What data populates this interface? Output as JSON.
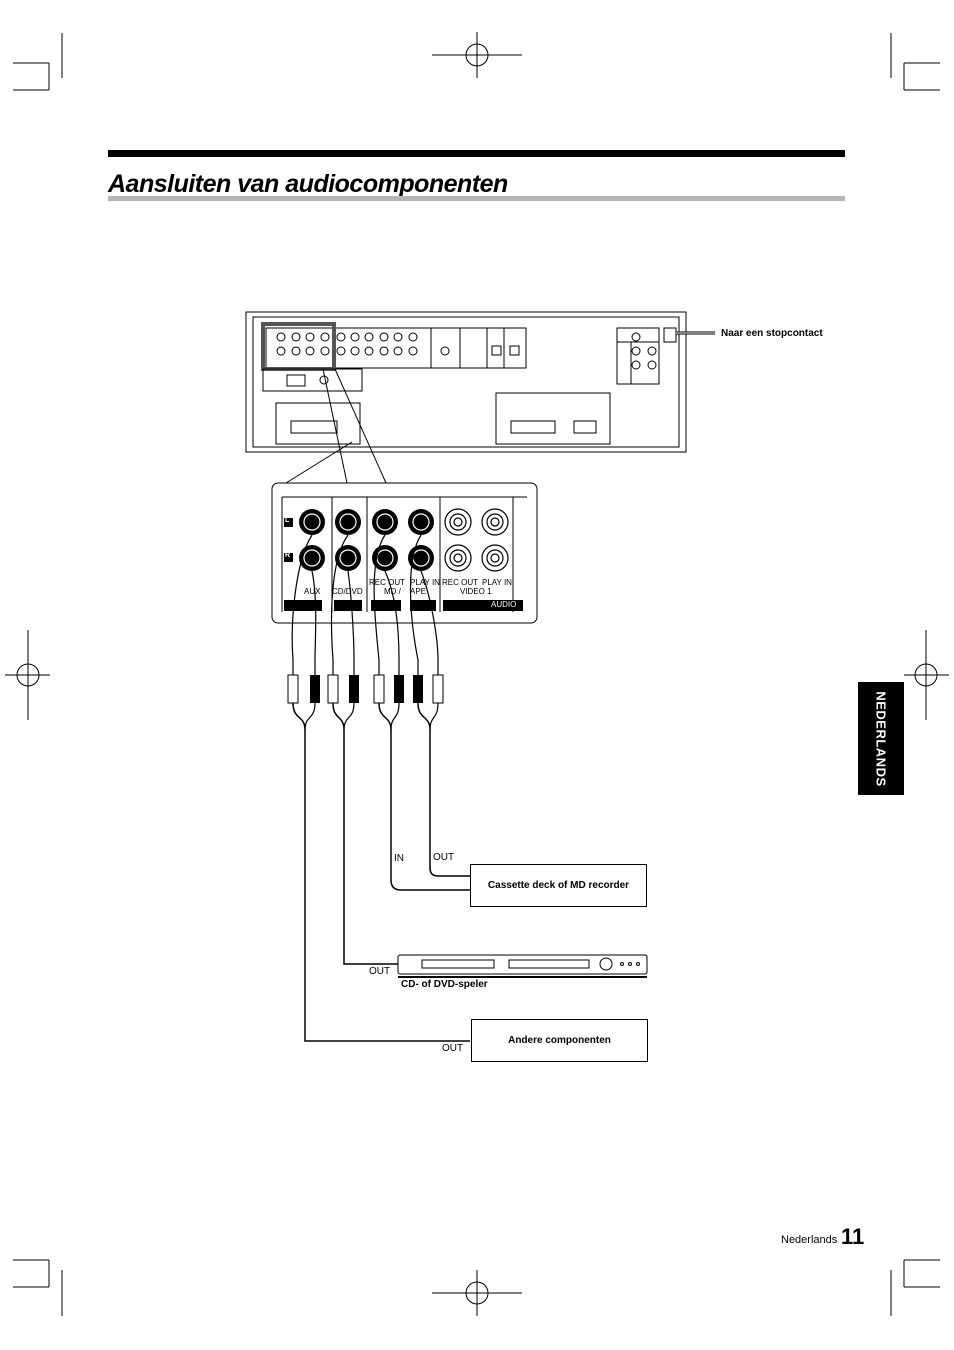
{
  "header": {
    "title": "Aansluiten van audiocomponenten"
  },
  "side_tab": {
    "label": "NEDERLANDS"
  },
  "diagram": {
    "power_label": "Naar een stopcontact",
    "panel_channel_left": "L",
    "panel_channel_right": "R",
    "jack_labels": {
      "aux": "AUX",
      "cd_dvd": "CD/DVD",
      "rec_out_md": "REC OUT",
      "play_in_md": "PLAY IN",
      "md_tape_a": "MD /",
      "md_tape_b": "APE",
      "rec_out_v1": "REC OUT",
      "play_in_v1": "PLAY IN",
      "video1": "VIDEO 1",
      "audio_badge": "AUDIO"
    },
    "cassette": {
      "label": "Cassette deck of MD recorder",
      "in_label": "IN",
      "out_label": "OUT"
    },
    "cd_player": {
      "label": "CD- of DVD-speler",
      "out_label": "OUT"
    },
    "other": {
      "label": "Andere componenten",
      "out_label": "OUT"
    }
  },
  "footer": {
    "language": "Nederlands",
    "page_number": "11"
  }
}
